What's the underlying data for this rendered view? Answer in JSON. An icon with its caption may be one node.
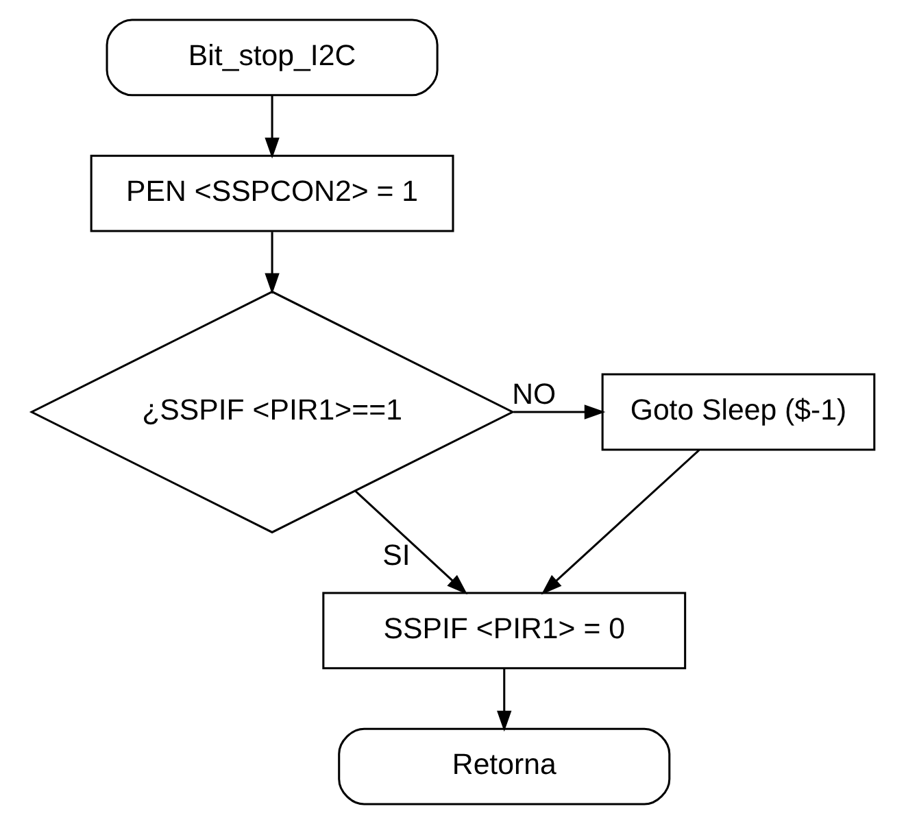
{
  "diagram": {
    "nodes": [
      {
        "text": [
          "Bit_stop_I2C"
        ]
      },
      {
        "text": [
          "PEN <SSPCON2> = 1"
        ]
      },
      {
        "text": [
          "¿SSPIF <PIR1>==1"
        ]
      },
      {
        "text": [
          "Goto Sleep ($-1)"
        ]
      },
      {
        "text": [
          "SSPIF <PIR1> = 0"
        ]
      },
      {
        "text": [
          "Retorna"
        ]
      }
    ],
    "edges": [
      {
        "from": 0,
        "to": 1,
        "arrow": "to"
      },
      {
        "from": 1,
        "to": 2,
        "arrow": "to"
      },
      {
        "from": 2,
        "to": 3,
        "arrow": "to",
        "label": "NO"
      },
      {
        "from": 2,
        "to": 4,
        "arrow": "to",
        "label": "SI"
      },
      {
        "from": 3,
        "to": 4,
        "arrow": "to"
      },
      {
        "from": 4,
        "to": 5,
        "arrow": "to"
      }
    ]
  }
}
